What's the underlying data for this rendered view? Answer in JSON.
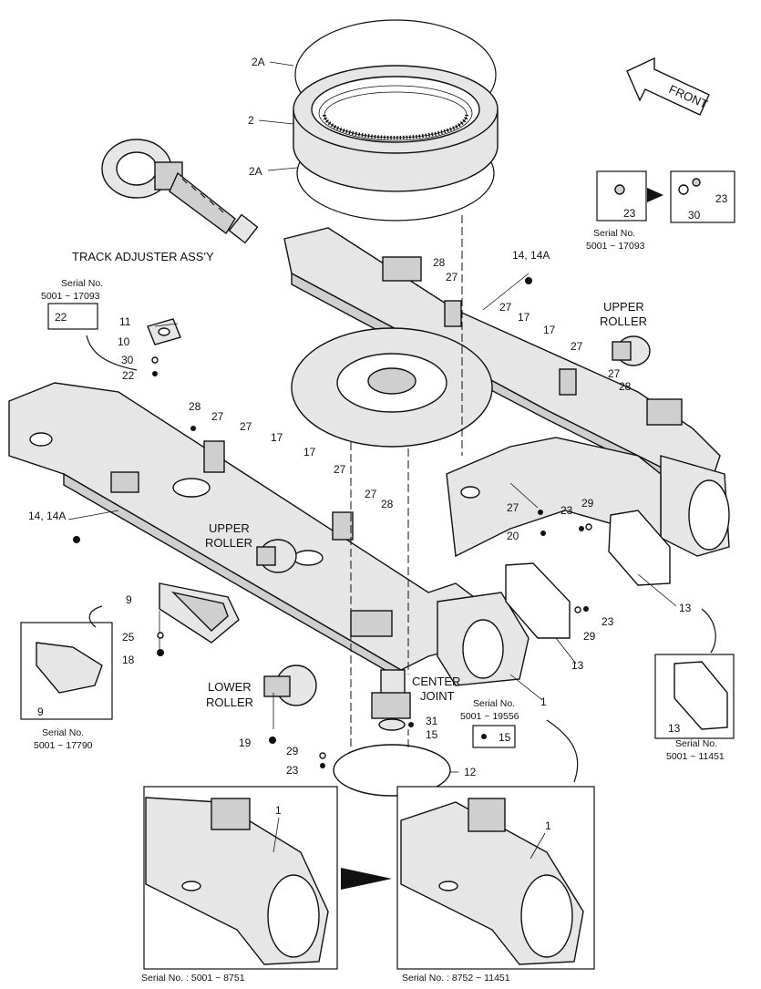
{
  "front_label": "FRONT",
  "track_adjuster_label": "TRACK ADJUSTER ASS'Y",
  "upper_roller_label": [
    "UPPER",
    "ROLLER"
  ],
  "lower_roller_label": [
    "LOWER",
    "ROLLER"
  ],
  "center_joint_label": [
    "CENTER",
    "JOINT"
  ],
  "serial_no_label": "Serial No.",
  "serial_ranges": {
    "top_right": "5001 ~ 17093",
    "left_inset": "5001 ~ 17093",
    "lower_left": "5001 ~ 17790",
    "center_joint": "5001 ~ 19556",
    "lower_right": "5001 ~ 11451"
  },
  "bottom_serials": {
    "left": "Serial No. : 5001 ~ 8751",
    "right": "Serial No. : 8752 ~ 11451"
  },
  "callouts": {
    "p2A_top": "2A",
    "p2": "2",
    "p2A_bottom": "2A",
    "p14_right": "14, 14A",
    "p28_top": "28",
    "p27_top": "27",
    "p27_right1": "27",
    "p17_right1": "17",
    "p17_right2": "17",
    "p27_right2": "27",
    "p27_right3": "27",
    "p28_right": "28",
    "p11": "11",
    "p10": "10",
    "p30": "30",
    "p22": "22",
    "p22_inset": "22",
    "p28_mid": "28",
    "p27_mid1": "27",
    "p27_mid2": "27",
    "p17_mid1": "17",
    "p17_mid2": "17",
    "p27_mid3": "27",
    "p27_mid4": "27",
    "p28_mid2": "28",
    "p14_left": "14, 14A",
    "p27_center": "27",
    "p20": "20",
    "p23_a": "23",
    "p29_a": "29",
    "p9": "9",
    "p25": "25",
    "p18": "18",
    "p9_inset": "9",
    "p19": "19",
    "p13_right": "13",
    "p23_b": "23",
    "p29_b": "29",
    "p13_mid": "13",
    "p1": "1",
    "p31": "31",
    "p15": "15",
    "p15_inset": "15",
    "p29_c": "29",
    "p23_c": "23",
    "p12": "12",
    "p13_inset": "13",
    "p23_top_a": "23",
    "p23_top_b": "23",
    "p30_top": "30",
    "p1_left": "1",
    "p1_right": "1"
  }
}
